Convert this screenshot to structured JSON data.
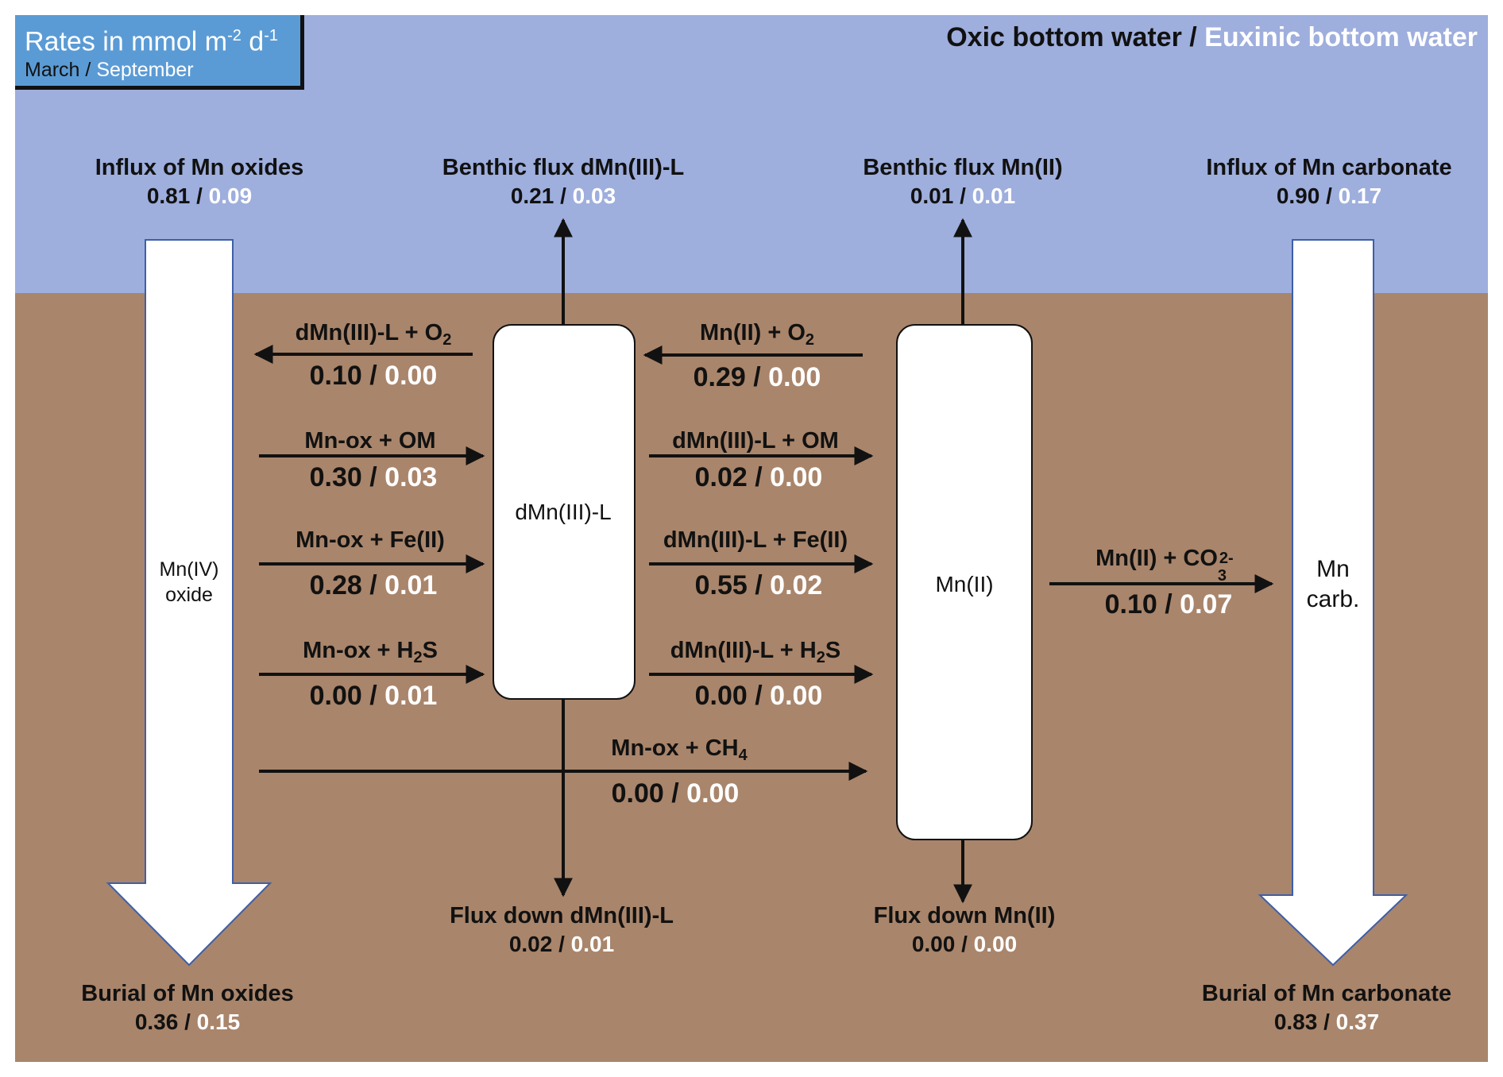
{
  "legend": {
    "units_prefix": "Rates in mmol m",
    "units_exp1": "-2",
    "units_mid": " d",
    "units_exp2": "-1",
    "season_march": "March",
    "season_sep": "September"
  },
  "header": {
    "oxic": "Oxic bottom water",
    "euxinic": "Euxinic bottom water"
  },
  "boxes": {
    "mn4_line1": "Mn(IV)",
    "mn4_line2": "oxide",
    "dmn3l": "dMn(III)-L",
    "mn2": "Mn(II)",
    "mncarb_line1": "Mn",
    "mncarb_line2": "carb."
  },
  "fluxes": {
    "influx_oxides": {
      "title": "Influx of Mn oxides",
      "march": "0.81",
      "sep": "0.09"
    },
    "benthic_dmn3l": {
      "title": "Benthic flux dMn(III)-L",
      "march": "0.21",
      "sep": "0.03"
    },
    "benthic_mn2": {
      "title": "Benthic flux Mn(II)",
      "march": "0.01",
      "sep": "0.01"
    },
    "influx_carb": {
      "title": "Influx of Mn carbonate",
      "march": "0.90",
      "sep": "0.17"
    },
    "down_dmn3l": {
      "title": "Flux down dMn(III)-L",
      "march": "0.02",
      "sep": "0.01"
    },
    "down_mn2": {
      "title": "Flux down Mn(II)",
      "march": "0.00",
      "sep": "0.00"
    },
    "burial_oxides": {
      "title": "Burial of Mn oxides",
      "march": "0.36",
      "sep": "0.15"
    },
    "burial_carb": {
      "title": "Burial of Mn carbonate",
      "march": "0.83",
      "sep": "0.37"
    }
  },
  "reactions": {
    "dmn3l_o2": {
      "reactant": "dMn(III)-L + O",
      "sub": "2",
      "march": "0.10",
      "sep": "0.00"
    },
    "mnox_om": {
      "reactant": "Mn-ox + OM",
      "march": "0.30",
      "sep": "0.03"
    },
    "mnox_fe": {
      "reactant": "Mn-ox + Fe(II)",
      "march": "0.28",
      "sep": "0.01"
    },
    "mnox_h2s": {
      "reactant_a": "Mn-ox + H",
      "sub": "2",
      "reactant_b": "S",
      "march": "0.00",
      "sep": "0.01"
    },
    "mn2_o2": {
      "reactant": "Mn(II) + O",
      "sub": "2",
      "march": "0.29",
      "sep": "0.00"
    },
    "dmn3l_om": {
      "reactant": "dMn(III)-L + OM",
      "march": "0.02",
      "sep": "0.00"
    },
    "dmn3l_fe": {
      "reactant": "dMn(III)-L + Fe(II)",
      "march": "0.55",
      "sep": "0.02"
    },
    "dmn3l_h2s": {
      "reactant_a": "dMn(III)-L + H",
      "sub": "2",
      "reactant_b": "S",
      "march": "0.00",
      "sep": "0.00"
    },
    "mnox_ch4": {
      "reactant": "Mn-ox + CH",
      "sub": "4",
      "march": "0.00",
      "sep": "0.00"
    },
    "mn2_co3": {
      "reactant": "Mn(II) + CO",
      "sub": "3",
      "sup": "2-",
      "march": "0.10",
      "sep": "0.07"
    }
  },
  "separator": " / ",
  "colors": {
    "water": "#9eaedd",
    "sediment": "#a9856b",
    "legend_box": "#5b9bd5",
    "september_text": "#ffffff"
  }
}
